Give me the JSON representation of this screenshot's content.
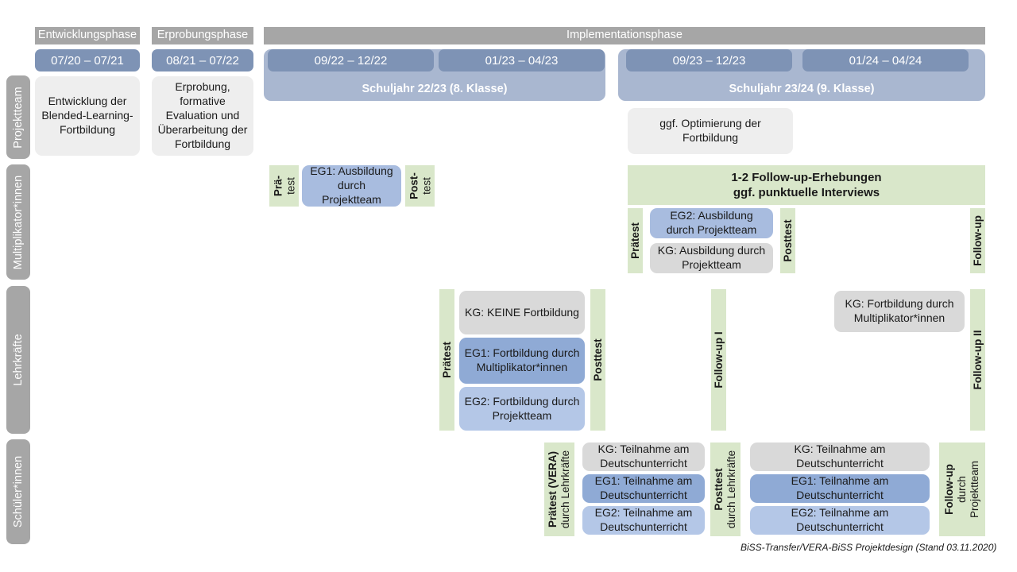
{
  "figure": {
    "footer": "BiSS-Transfer/VERA-BiSS Projektdesign (Stand 03.11.2020)"
  },
  "colors": {
    "phase_header": "#a6a6a6",
    "date_pill": "#7e93b5",
    "year_band": "#a9b7d0",
    "row_label": "#a6a6a6",
    "green": "#d9e7ca",
    "grey_light": "#eeeeee",
    "grey": "#d9d9d9",
    "blue_mid": "#a8bcdf",
    "blue_dark": "#8faad5",
    "blue_light": "#b4c7e7"
  },
  "phases": [
    {
      "label": "Entwicklungsphase"
    },
    {
      "label": "Erprobungsphase"
    },
    {
      "label": "Implementationsphase"
    }
  ],
  "periods": [
    {
      "label": "07/20 – 07/21"
    },
    {
      "label": "08/21 – 07/22"
    },
    {
      "label": "09/22 – 12/22"
    },
    {
      "label": "01/23 – 04/23"
    },
    {
      "label": "09/23 – 12/23"
    },
    {
      "label": "01/24 – 04/24"
    }
  ],
  "school_years": [
    {
      "label": "Schuljahr 22/23 (8. Klasse)"
    },
    {
      "label": "Schuljahr 23/24 (9. Klasse)"
    }
  ],
  "rows": [
    {
      "label": "Projektteam"
    },
    {
      "label": "Multiplikator*innen"
    },
    {
      "label": "Lehrkräfte"
    },
    {
      "label": "Schüler*innen"
    }
  ],
  "projektteam": {
    "entwicklung": "Entwicklung der Blended-Learning-Fortbildung",
    "erprobung": "Erprobung, formative Evaluation und Überarbeitung der Fortbildung",
    "optimierung": "ggf. Optimierung der Fortbildung"
  },
  "multiplikatoren": {
    "praetest_short_l1": "Prä-",
    "praetest_short_l2": "test",
    "posttest_short_l1": "Post-",
    "posttest_short_l2": "test",
    "eg1_ausbildung": "EG1: Ausbildung durch Projektteam",
    "followup_band_l1": "1-2 Follow-up-Erhebungen",
    "followup_band_l2": "ggf. punktuelle Interviews",
    "praetest": "Prätest",
    "posttest": "Posttest",
    "followup": "Follow-up",
    "eg2_ausbildung": "EG2: Ausbildung durch Projektteam",
    "kg_ausbildung": "KG: Ausbildung durch Projektteam"
  },
  "lehrkraefte": {
    "praetest": "Prätest",
    "posttest": "Posttest",
    "followup_1": "Follow-up I",
    "followup_2": "Follow-up II",
    "kg_keine": "KG:  KEINE Fortbildung",
    "eg1": "EG1: Fortbildung durch Multiplikator*innen",
    "eg2": "EG2: Fortbildung durch Projektteam",
    "kg_fortbildung": "KG: Fortbildung durch Multiplikator*innen"
  },
  "schuelerinnen": {
    "praetest_bold": "Prätest (VERA)",
    "praetest_sub": "durch Lehrkräfte",
    "posttest_bold": "Posttest",
    "posttest_sub": "durch Lehrkräfte",
    "followup_bold": "Follow-up",
    "followup_sub1": "durch",
    "followup_sub2": "Projektteam",
    "kg_left": "KG: Teilnahme am Deutschunterricht",
    "eg1_left": "EG1: Teilnahme am Deutschunterricht",
    "eg2_left": "EG2: Teilnahme am Deutschunterricht",
    "kg_right": "KG: Teilnahme am Deutschunterricht",
    "eg1_right": "EG1: Teilnahme am Deutschunterricht",
    "eg2_right": "EG2: Teilnahme am Deutschunterricht"
  }
}
